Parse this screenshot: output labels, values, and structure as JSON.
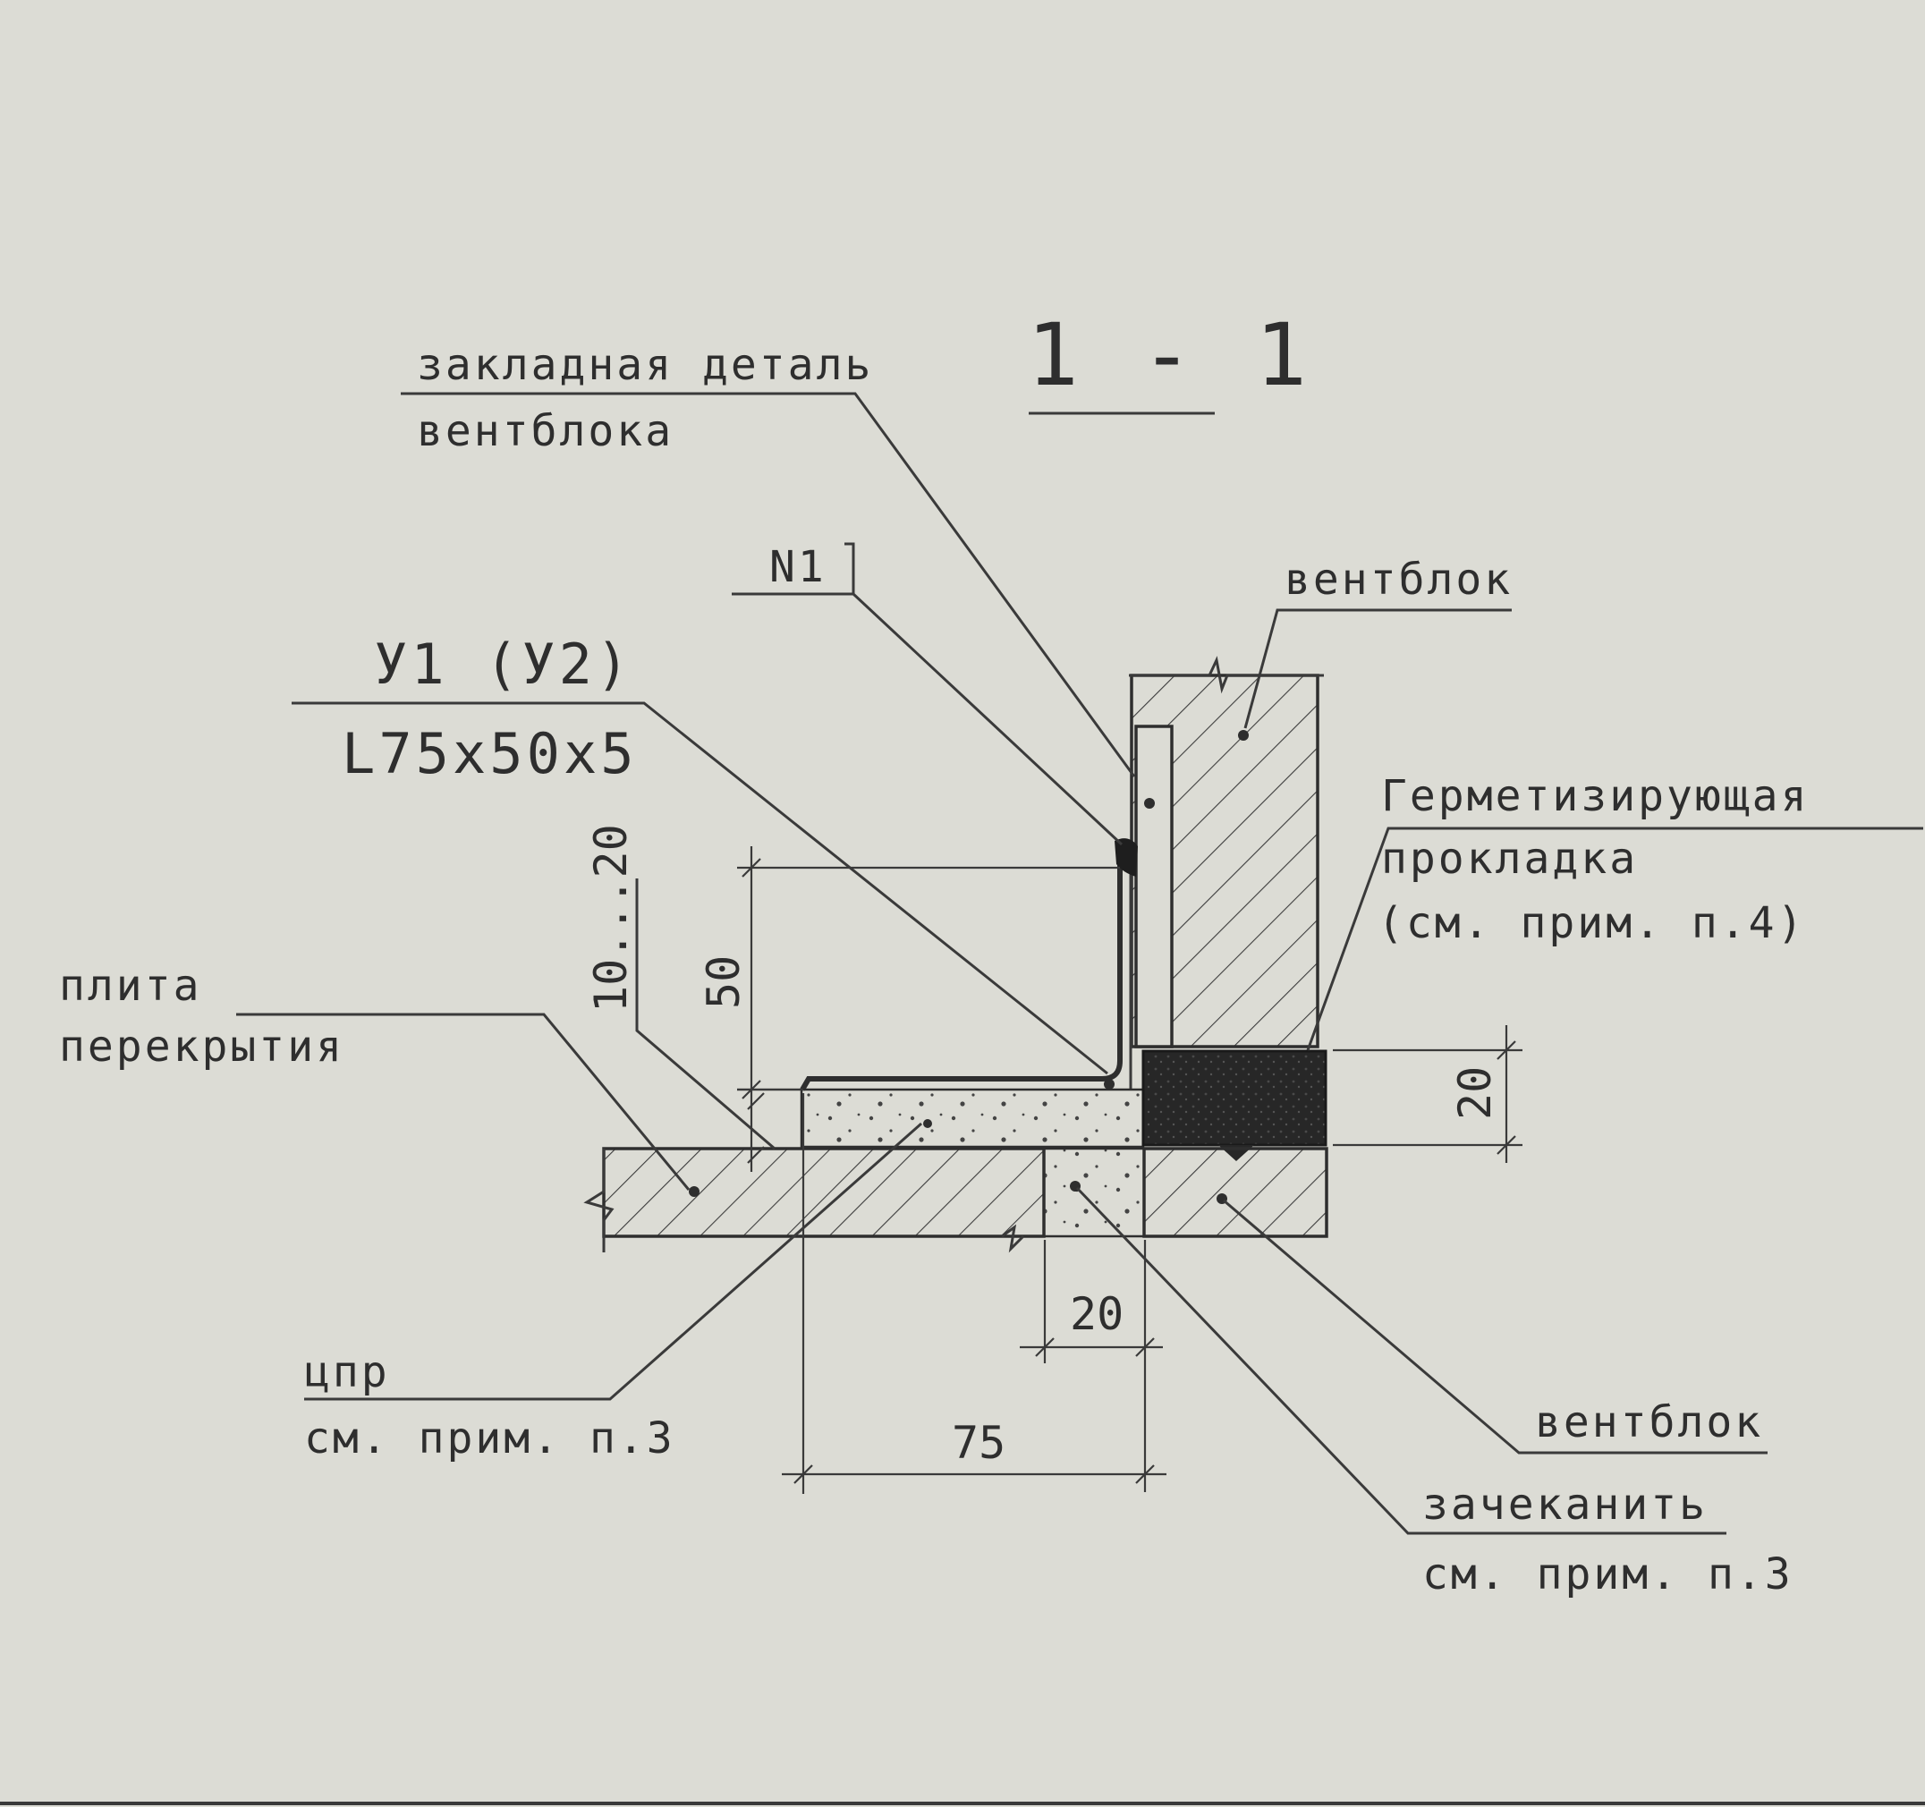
{
  "section_title": "1 - 1",
  "labels": {
    "embedded_line1": "закладная деталь",
    "embedded_line2": "вентблока",
    "n1": "N1",
    "u_mark": "У1 (У2)",
    "angle_profile": "L75x50x5",
    "ventblock_top": "вентблок",
    "seal_line1": "Герметизирующая",
    "seal_line2": "прокладка",
    "seal_line3": "(см. прим. п.4)",
    "slab_line1": "плита",
    "slab_line2": "перекрытия",
    "cpr_line1": "цпр",
    "cpr_line2": "см. прим. п.3",
    "ventblock_bottom": "вентблок",
    "caulk_line1": "зачеканить",
    "caulk_line2": "см. прим. п.3"
  },
  "dimensions": {
    "d_10_20": "10...20",
    "d_50": "50",
    "d_20_right": "20",
    "d_20_bottom": "20",
    "d_75": "75"
  },
  "colors": {
    "paper": "#dcdcd5",
    "ink": "#2e2e2e",
    "seal_fill": "#2a2a2a"
  }
}
